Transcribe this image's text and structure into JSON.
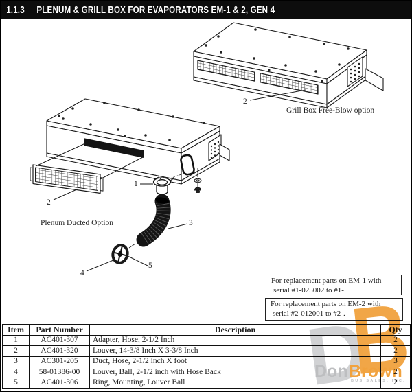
{
  "header": {
    "section": "1.1.3",
    "title": "PLENUM & GRILL BOX FOR EVAPORATORS EM-1 & 2, GEN 4"
  },
  "diagram": {
    "grill_caption": "Grill Box Free-Blow option",
    "plenum_caption": "Plenum Ducted Option",
    "callouts": {
      "adapter": "1",
      "grill_louver": "2",
      "plenum_louver": "2",
      "hose": "3",
      "ball_louver": "4",
      "mount_ring": "5"
    }
  },
  "notes": [
    {
      "line1": "For replacement parts on EM-1 with",
      "line2": "serial #1-025002 to #1-."
    },
    {
      "line1": "For replacement parts on EM-2 with",
      "line2": "serial #2-012001 to #2-."
    }
  ],
  "table": {
    "headers": [
      "Item",
      "Part Number",
      "Description",
      "Qty"
    ],
    "rows": [
      [
        "1",
        "AC401-307",
        "Adapter, Hose, 2-1/2 Inch",
        "2"
      ],
      [
        "2",
        "AC401-320",
        "Louver, 14-3/8 Inch X 3-3/8 Inch",
        "2"
      ],
      [
        "3",
        "AC301-205",
        "Duct, Hose, 2-1/2 inch X foot",
        "3"
      ],
      [
        "4",
        "58-01386-00",
        "Louver, Ball, 2-1/2 inch with Hose Back",
        "2"
      ],
      [
        "5",
        "AC401-306",
        "Ring, Mounting, Louver Ball",
        "2"
      ]
    ]
  },
  "watermark": {
    "monogram_d": "D",
    "monogram_b": "B",
    "name_gray": "Don",
    "name_orange": "Brown",
    "tagline": "BUS SALES, INC.",
    "orange": "#F1A23E",
    "gray": "#BDBEC0"
  }
}
